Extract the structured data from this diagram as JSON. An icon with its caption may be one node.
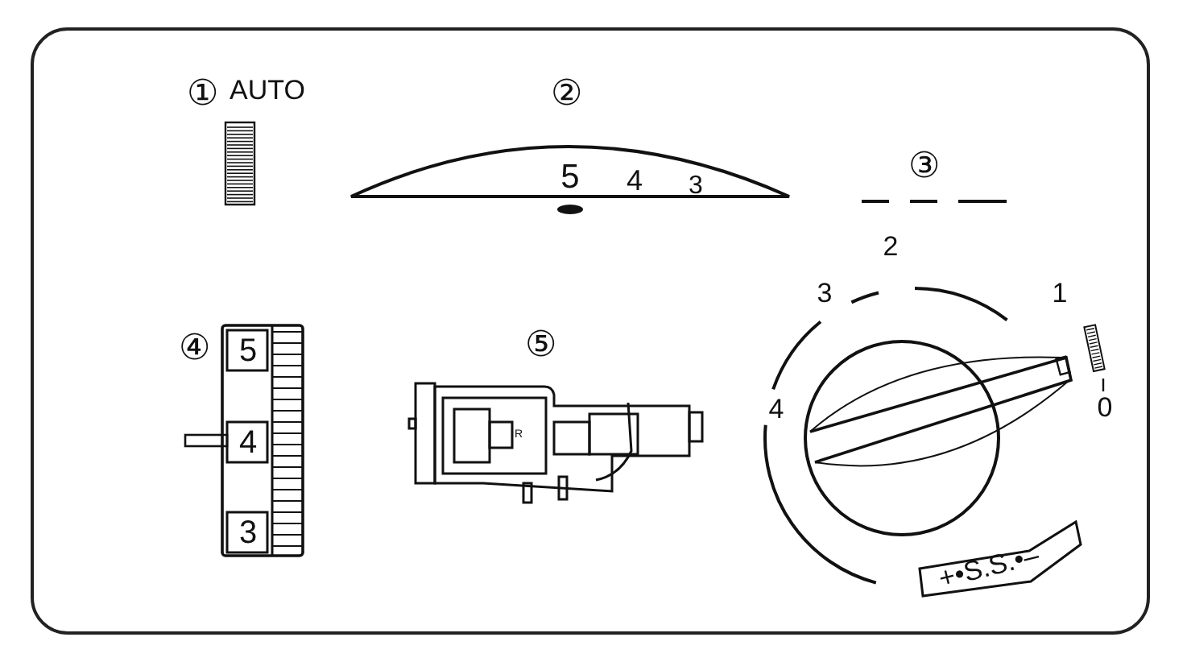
{
  "diagram": {
    "labels": [
      "①",
      "AUTO",
      "②",
      "③",
      "5",
      "4",
      "3",
      "2",
      "3",
      "1",
      "④",
      "5",
      "⑤",
      "4",
      "R",
      "4",
      "0",
      "3",
      "+•S.S.•–"
    ]
  }
}
